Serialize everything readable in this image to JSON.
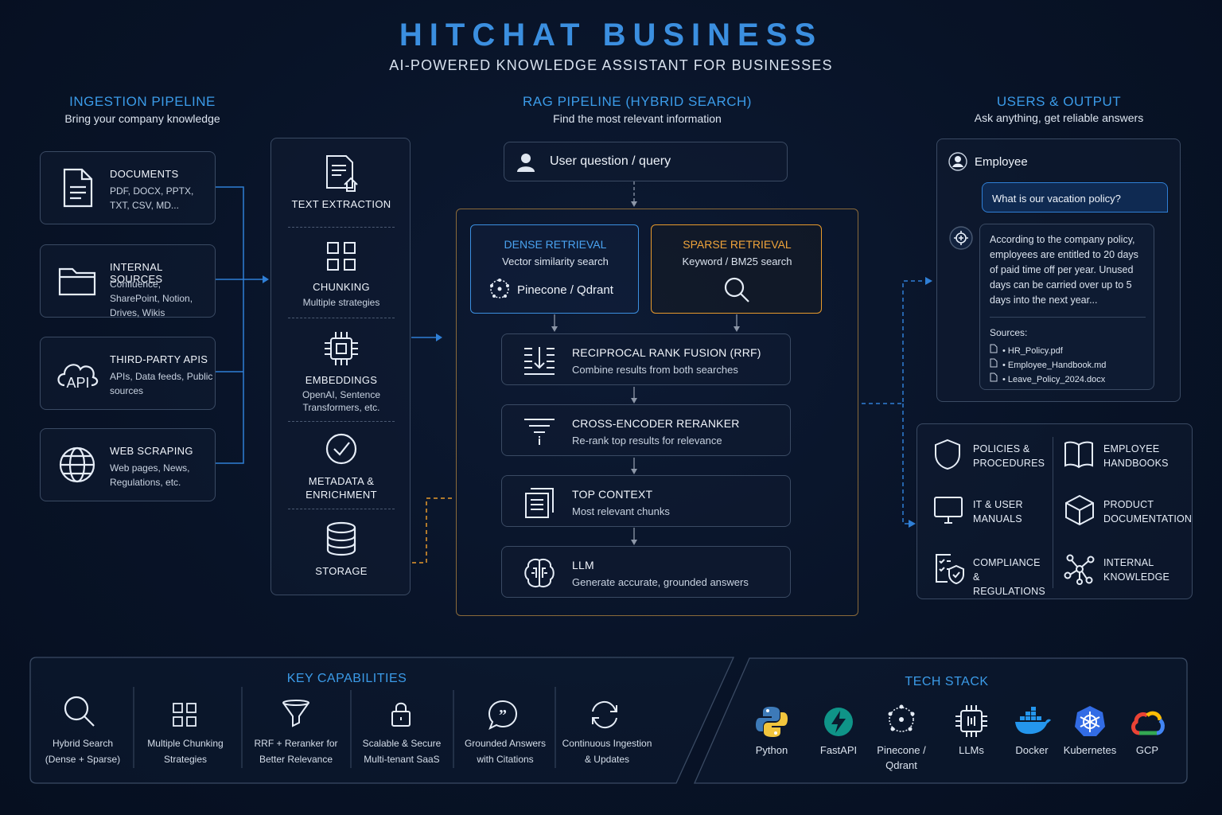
{
  "header": {
    "title": "HITCHAT BUSINESS",
    "subtitle": "AI-POWERED KNOWLEDGE ASSISTANT FOR BUSINESSES"
  },
  "ingestion": {
    "heading": "INGESTION PIPELINE",
    "sub": "Bring your company knowledge",
    "sources": [
      {
        "title": "DOCUMENTS",
        "desc": "PDF, DOCX, PPTX, TXT, CSV, MD...",
        "icon": "document-icon"
      },
      {
        "title": "INTERNAL SOURCES",
        "desc": "Confluence, SharePoint, Notion, Drives, Wikis",
        "icon": "folder-icon"
      },
      {
        "title": "THIRD-PARTY APIS",
        "desc": "APIs, Data feeds, Public sources",
        "icon": "cloud-api-icon",
        "icon_text": "API"
      },
      {
        "title": "WEB SCRAPING",
        "desc": "Web pages, News, Regulations, etc.",
        "icon": "globe-icon"
      }
    ],
    "steps": [
      {
        "label": "TEXT EXTRACTION",
        "sub": ""
      },
      {
        "label": "CHUNKING",
        "sub": "Multiple strategies"
      },
      {
        "label": "EMBEDDINGS",
        "sub": "OpenAI, Sentence Transformers, etc."
      },
      {
        "label": "METADATA & ENRICHMENT",
        "sub": ""
      },
      {
        "label": "STORAGE",
        "sub": ""
      }
    ]
  },
  "rag": {
    "heading": "RAG PIPELINE (HYBRID SEARCH)",
    "sub": "Find the most relevant information",
    "query": "User question / query",
    "dense": {
      "title": "DENSE RETRIEVAL",
      "sub": "Vector similarity search",
      "db": "Pinecone / Qdrant"
    },
    "sparse": {
      "title": "SPARSE RETRIEVAL",
      "sub": "Keyword / BM25 search"
    },
    "steps": [
      {
        "title": "RECIPROCAL RANK FUSION (RRF)",
        "desc": "Combine results from both searches"
      },
      {
        "title": "CROSS-ENCODER RERANKER",
        "desc": "Re-rank top results for relevance"
      },
      {
        "title": "TOP CONTEXT",
        "desc": "Most relevant chunks"
      },
      {
        "title": "LLM",
        "desc": "Generate accurate, grounded answers"
      }
    ]
  },
  "users": {
    "heading": "USERS & OUTPUT",
    "sub": "Ask anything, get reliable answers",
    "user": "Employee",
    "question": "What is our vacation policy?",
    "answer": "According to the company policy, employees are entitled to 20 days of paid time off per year. Unused days can be carried over up to 5 days into the next year...",
    "sources_label": "Sources:",
    "sources": [
      "• HR_Policy.pdf",
      "• Employee_Handbook.md",
      "• Leave_Policy_2024.docx"
    ],
    "categories": [
      {
        "label": "POLICIES & PROCEDURES",
        "icon": "shield-icon"
      },
      {
        "label": "EMPLOYEE HANDBOOKS",
        "icon": "book-icon"
      },
      {
        "label": "IT & USER MANUALS",
        "icon": "monitor-icon"
      },
      {
        "label": "PRODUCT DOCUMENTATION",
        "icon": "cube-icon"
      },
      {
        "label": "COMPLIANCE & REGULATIONS",
        "icon": "checklist-shield-icon"
      },
      {
        "label": "INTERNAL KNOWLEDGE",
        "icon": "network-icon"
      }
    ]
  },
  "capabilities": {
    "heading": "KEY CAPABILITIES",
    "items": [
      {
        "line1": "Hybrid Search",
        "line2": "(Dense + Sparse)"
      },
      {
        "line1": "Multiple Chunking",
        "line2": "Strategies"
      },
      {
        "line1": "RRF + Reranker for",
        "line2": "Better Relevance"
      },
      {
        "line1": "Scalable & Secure",
        "line2": "Multi-tenant SaaS"
      },
      {
        "line1": "Grounded Answers",
        "line2": "with Citations"
      },
      {
        "line1": "Continuous Ingestion",
        "line2": "& Updates"
      }
    ]
  },
  "tech": {
    "heading": "TECH STACK",
    "items": [
      {
        "line1": "Python",
        "line2": ""
      },
      {
        "line1": "FastAPI",
        "line2": ""
      },
      {
        "line1": "Pinecone /",
        "line2": "Qdrant"
      },
      {
        "line1": "LLMs",
        "line2": ""
      },
      {
        "line1": "Docker",
        "line2": ""
      },
      {
        "line1": "Kubernetes",
        "line2": ""
      },
      {
        "line1": "GCP",
        "line2": ""
      }
    ]
  },
  "colors": {
    "accent": "#3b8fe0",
    "orange": "#e89a2c",
    "bg": "#081327"
  }
}
